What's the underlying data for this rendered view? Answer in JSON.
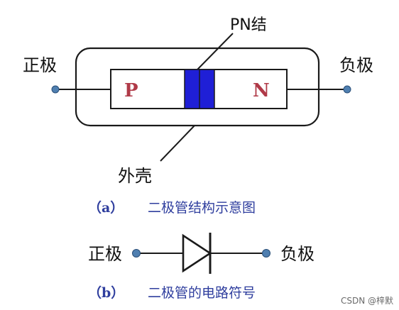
{
  "diagram_a": {
    "label_positive": "正极",
    "label_negative": "负极",
    "label_junction": "PN结",
    "label_shell": "外壳",
    "region_p": "P",
    "region_n": "N",
    "caption_paren": "（a）",
    "caption_text": "二极管结构示意图"
  },
  "diagram_b": {
    "label_positive": "正极",
    "label_negative": "负极",
    "caption_paren": "（b）",
    "caption_text": "二极管的电路符号"
  },
  "watermark": "CSDN @梓默",
  "colors": {
    "line": "#1a1a1a",
    "terminal_fill": "#4f7fb0",
    "junction_fill": "#1f1fd6",
    "region_text": "#b03a48",
    "caption": "#2f3e9e"
  }
}
